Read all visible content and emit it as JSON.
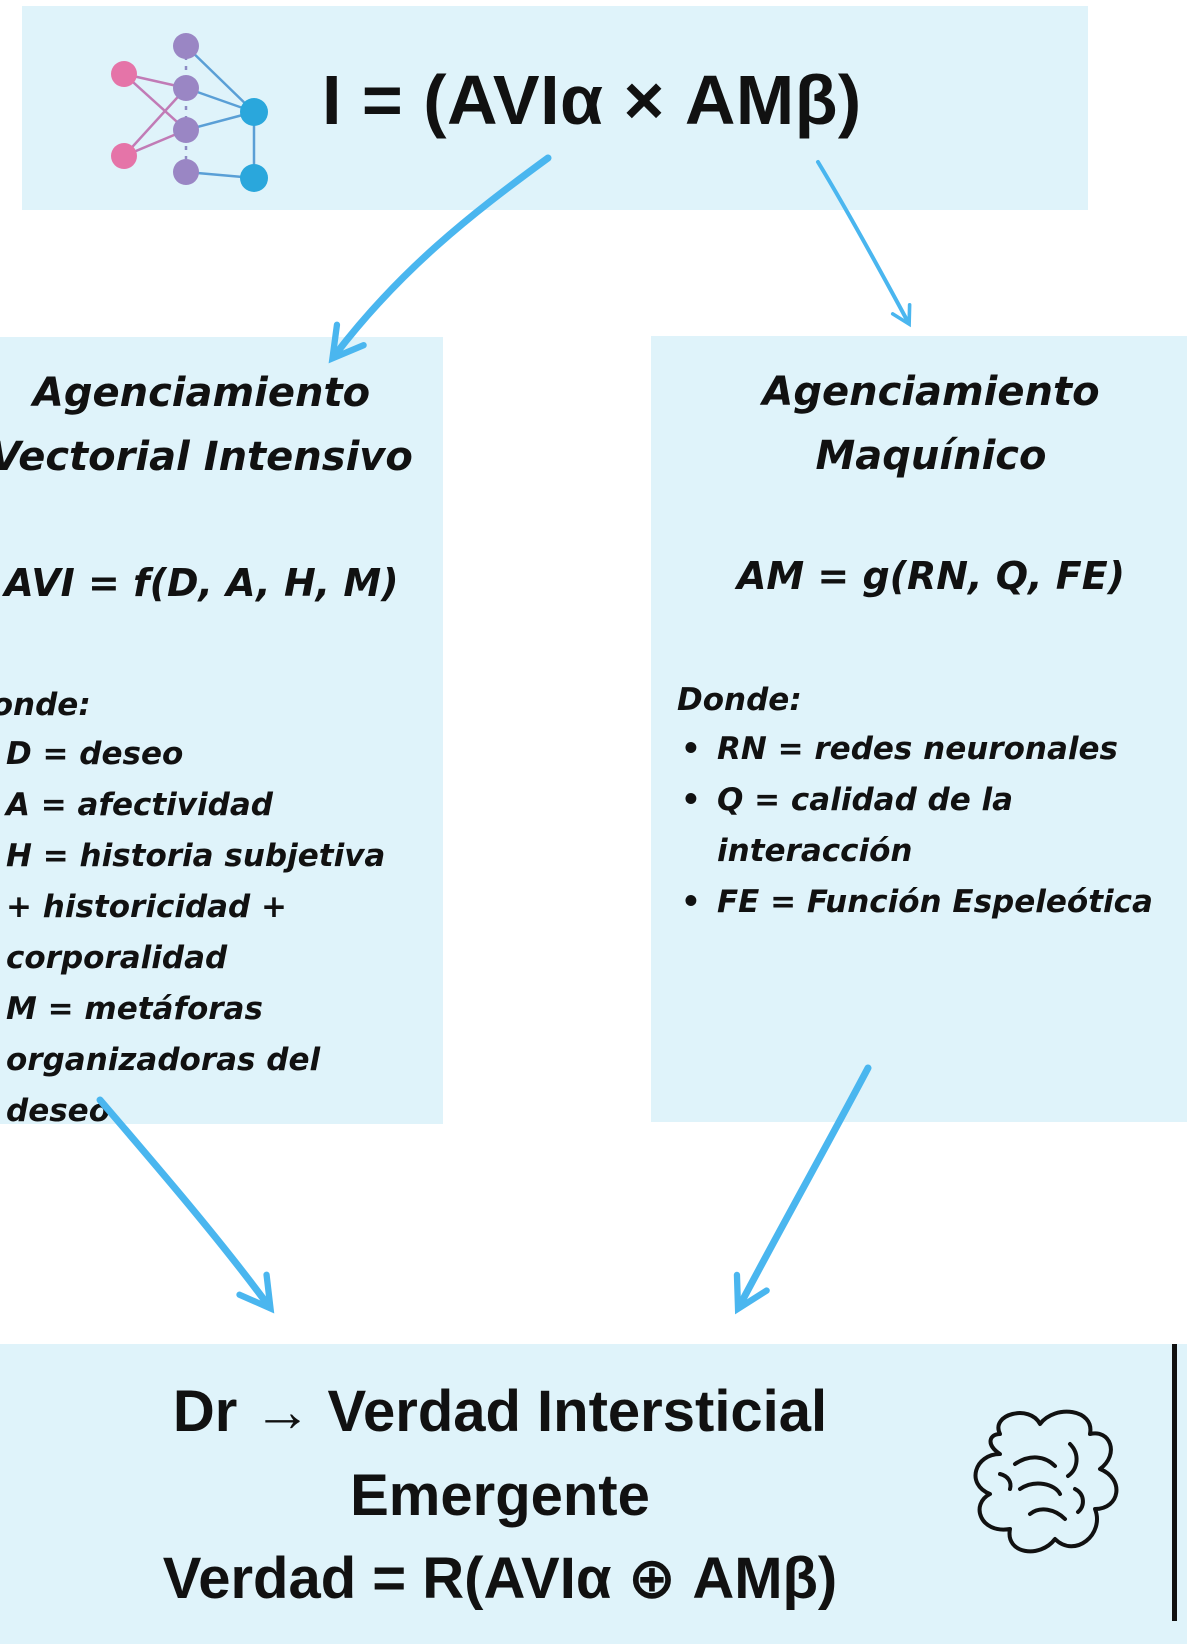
{
  "header": {
    "formula": "I = (AVIα × AMβ)"
  },
  "left_box": {
    "title_line1": "Agenciamiento",
    "title_line2": "Vectorial Intensivo",
    "formula": "AVI = f(D, A, H, M)",
    "where_label": "Donde:",
    "items": [
      {
        "text": "D = deseo"
      },
      {
        "text": "A = afectividad"
      },
      {
        "text": "H = historia subjetiva + historicidad + corporalidad"
      },
      {
        "text": "M = metáforas organizadoras del deseo"
      }
    ]
  },
  "right_box": {
    "title_line1": "Agenciamiento",
    "title_line2": "Maquínico",
    "formula": "AM = g(RN, Q, FE)",
    "where_label": "Donde:",
    "items": [
      {
        "text": "RN = redes neuronales"
      },
      {
        "text": "Q = calidad de la interacción"
      },
      {
        "text": "FE = Función Espeleótica"
      }
    ]
  },
  "bottom": {
    "line1": "Dr → Verdad Intersticial",
    "line2": "Emergente",
    "line3": "Verdad = R(AVIα ⊕ AMβ)"
  },
  "colors": {
    "box_fill": "#dff3fa",
    "arrow": "#4ab6ef",
    "node_pink": "#e574a8",
    "node_purple": "#9a86c4",
    "node_blue": "#2aa7dc"
  },
  "icons": [
    "neural-network-icon",
    "brain-icon"
  ]
}
